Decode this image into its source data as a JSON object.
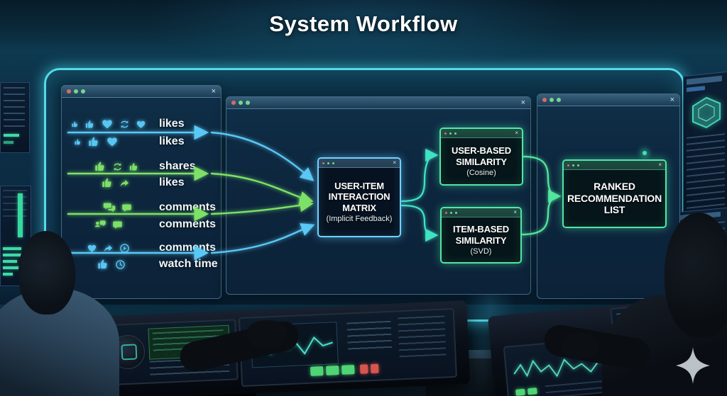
{
  "title": "System Workflow",
  "chrome": {
    "close": "×"
  },
  "colors": {
    "arrow_blue": "#5ac8f5",
    "arrow_green": "#7de168",
    "arrow_teal": "#40e2c4",
    "node_blue_border": "#6fd3ff",
    "node_green_border": "#52e6a4",
    "bezel_glow": "#52dbe9"
  },
  "left_panel": {
    "rows": [
      {
        "top_label": "likes",
        "bottom_label": "likes",
        "color": "blue",
        "top_icons": [
          "thumbs-up",
          "thumbs-up",
          "heart",
          "repeat",
          "heart"
        ],
        "bottom_icons": [
          "thumbs-up",
          "thumbs-up",
          "heart"
        ]
      },
      {
        "top_label": "shares",
        "bottom_label": "likes",
        "color": "green",
        "top_icons": [
          "thumbs-up",
          "repeat",
          "thumbs-up"
        ],
        "bottom_icons": [
          "thumbs-up",
          "share"
        ]
      },
      {
        "top_label": "comments",
        "bottom_label": "comments",
        "color": "green",
        "top_icons": [
          "comment-multi",
          "comment"
        ],
        "bottom_icons": [
          "comment-users",
          "comment"
        ]
      },
      {
        "top_label": "comments",
        "bottom_label": "watch time",
        "color": "blue",
        "top_icons": [
          "heart",
          "share",
          "play-circle"
        ],
        "bottom_icons": [
          "thumbs-up",
          "clock"
        ]
      }
    ]
  },
  "nodes": {
    "matrix": {
      "title_lines": [
        "USER-ITEM",
        "INTERACTION",
        "MATRIX"
      ],
      "subtitle": "(Implicit Feedback)"
    },
    "user_similarity": {
      "title_lines": [
        "USER-BASED",
        "SIMILARITY"
      ],
      "subtitle": "(Cosine)"
    },
    "item_similarity": {
      "title_lines": [
        "ITEM-BASED",
        "SIMILARITY"
      ],
      "subtitle": "(SVD)"
    },
    "ranked_list": {
      "title_lines": [
        "RANKED",
        "RECOMMENDATION",
        "LIST"
      ]
    }
  }
}
